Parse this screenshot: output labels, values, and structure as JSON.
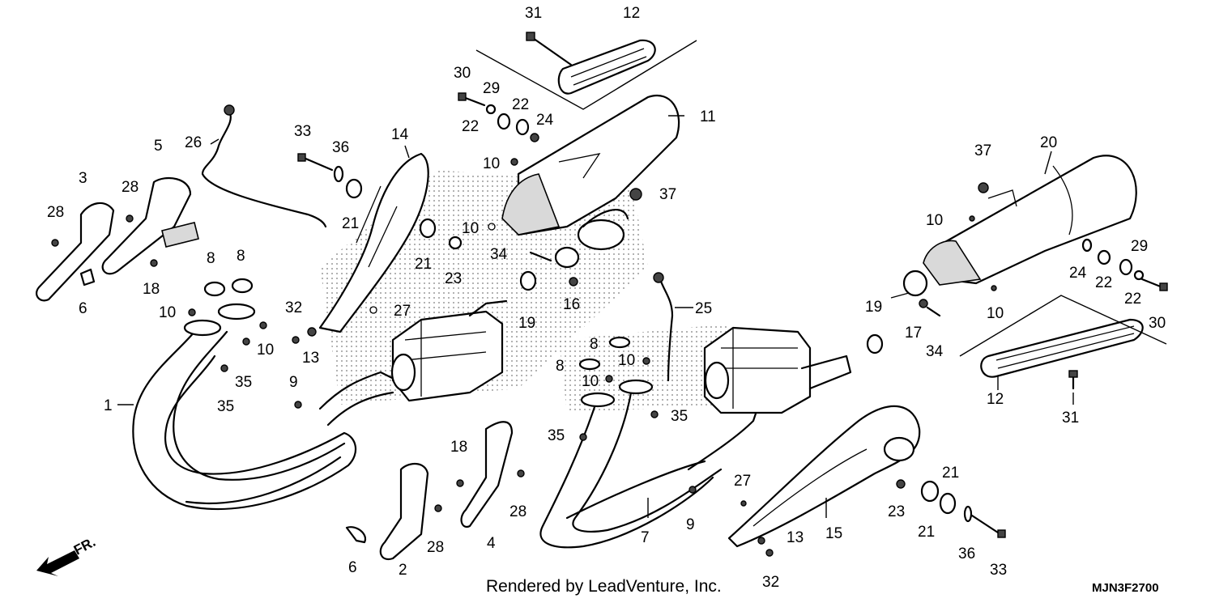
{
  "credit": "Rendered by LeadVenture, Inc.",
  "diagram_code": "MJN3F2700",
  "direction_label": "FR.",
  "callouts": [
    "31",
    "12",
    "30",
    "29",
    "22",
    "24",
    "22",
    "11",
    "33",
    "36",
    "26",
    "14",
    "10",
    "5",
    "3",
    "28",
    "28",
    "37",
    "10",
    "21",
    "21",
    "23",
    "20",
    "37",
    "10",
    "34",
    "24",
    "29",
    "22",
    "22",
    "30",
    "8",
    "8",
    "10",
    "10",
    "18",
    "6",
    "32",
    "27",
    "19",
    "16",
    "13",
    "9",
    "35",
    "35",
    "1",
    "25",
    "8",
    "10",
    "8",
    "10",
    "19",
    "17",
    "34",
    "10",
    "35",
    "35",
    "12",
    "31",
    "18",
    "28",
    "4",
    "2",
    "6",
    "28",
    "7",
    "9",
    "27",
    "13",
    "32",
    "15",
    "23",
    "21",
    "21",
    "36",
    "33"
  ]
}
